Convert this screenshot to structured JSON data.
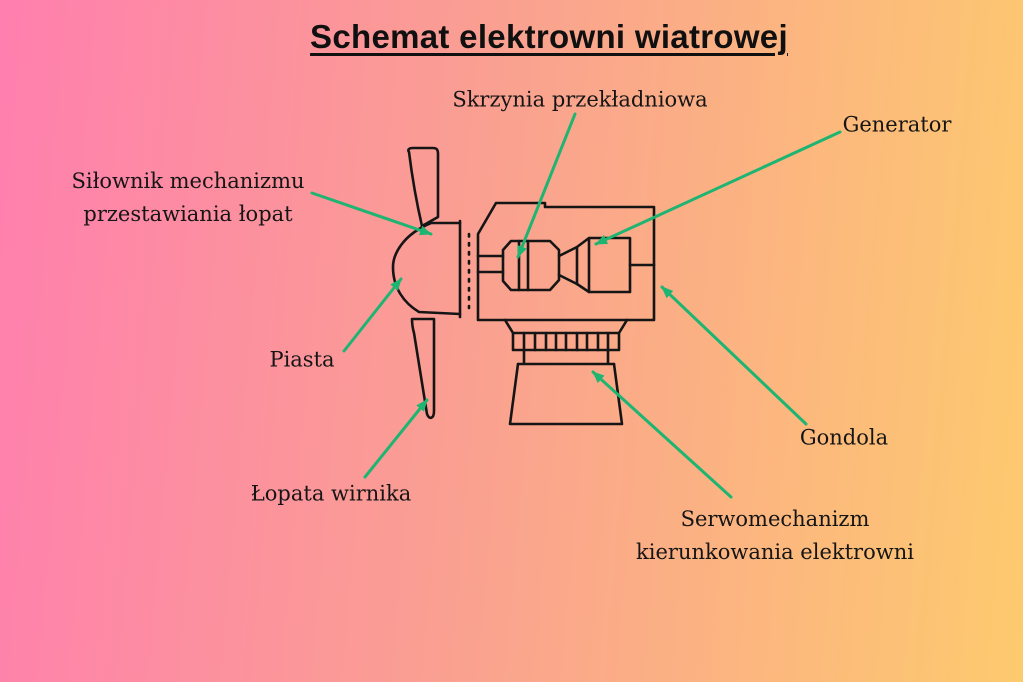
{
  "title": "Schemat elektrowni wiatrowej",
  "annotations": {
    "gearbox": {
      "text": "Skrzynia przekładniowa"
    },
    "generator": {
      "text": "Generator"
    },
    "pitch_actuator": {
      "line1": "Siłownik mechanizmu",
      "line2": "przestawiania łopat"
    },
    "hub": {
      "text": "Piasta"
    },
    "rotor_blade": {
      "text": "Łopata wirnika"
    },
    "nacelle": {
      "text": "Gondola"
    },
    "yaw_servo": {
      "line1": "Serwomechanizm",
      "line2": "kierunkowania elektrowni"
    }
  },
  "colors": {
    "background_gradient_left": "#ff7fae",
    "background_gradient_right": "#fdca6e",
    "arrow_green": "#1eb472",
    "diagram_outline": "#151515",
    "text": "#151515"
  }
}
